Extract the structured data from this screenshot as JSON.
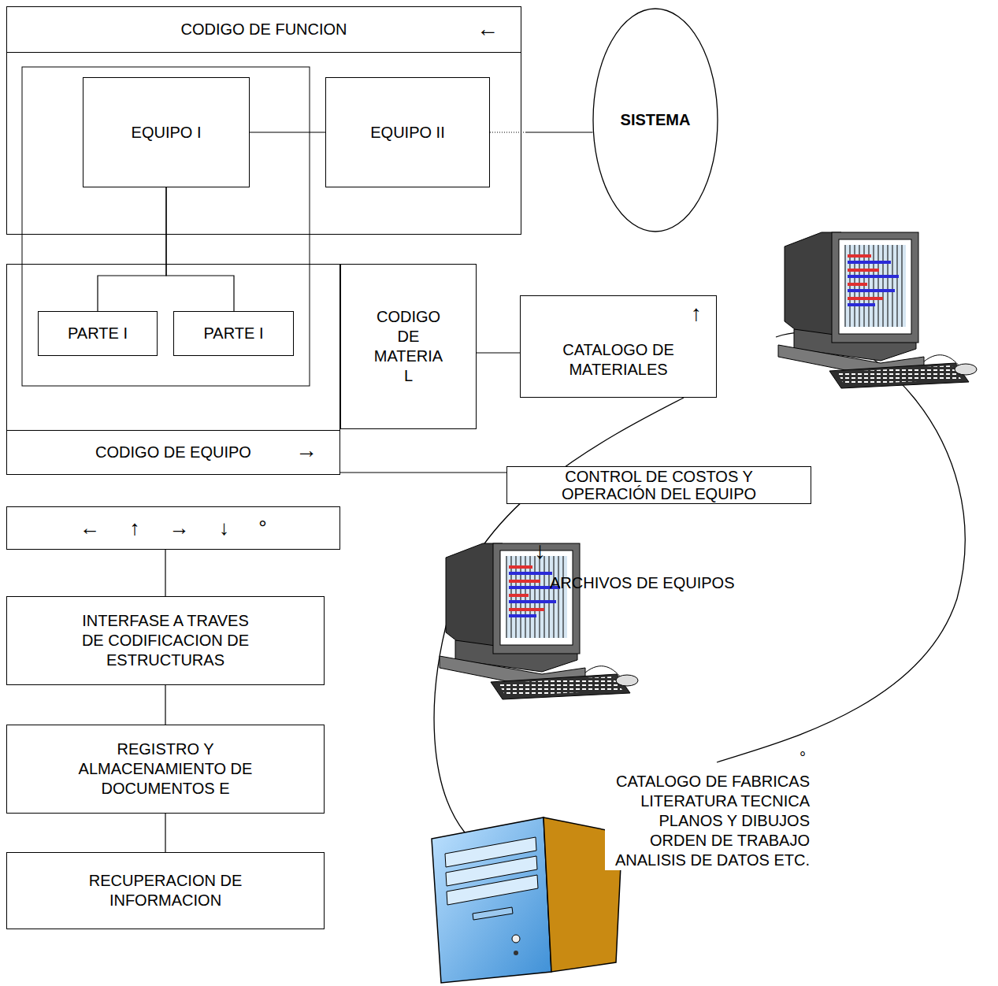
{
  "diagram": {
    "nodes": [
      {
        "text": [
          "CODIGO DE FUNCION",
          "←"
        ]
      },
      {
        "text": [
          "EQUIPO I"
        ],
        "in": 0
      },
      {
        "text": [
          "EQUIPO II"
        ],
        "in": 0
      },
      {
        "text": [
          "SISTEMA"
        ]
      },
      {
        "text": [
          "CODIGO DE EQUIPO",
          "→"
        ]
      },
      {
        "text": [
          "PARTE I"
        ],
        "in": 4
      },
      {
        "text": [
          "PARTE I"
        ],
        "in": 4
      },
      {
        "text": [
          "CODIGO DE MATERIA L"
        ]
      },
      {
        "text": [
          "↑",
          "CATALOGO DE MATERIALES"
        ]
      },
      {
        "text": [
          "CONTROL DE COSTOS Y OPERACIÓN DEL EQUIPO"
        ]
      },
      {
        "text": [
          "← ↑ → ↓ °"
        ]
      },
      {
        "text": [
          "INTERFASE A TRAVES DE CODIFICACION DE ESTRUCTURAS"
        ]
      },
      {
        "text": [
          "REGISTRO Y ALMACENAMIENTO DE DOCUMENTOS E"
        ]
      },
      {
        "text": [
          "RECUPERACION DE INFORMACION"
        ]
      }
    ],
    "edges": [
      {
        "from": 1,
        "to": 2,
        "arrow": "none"
      },
      {
        "from": 2,
        "to": 3,
        "arrow": "none"
      },
      {
        "from": 1,
        "to": 5,
        "arrow": "none"
      },
      {
        "from": 1,
        "to": 6,
        "arrow": "none"
      },
      {
        "from": 7,
        "to": 8,
        "arrow": "none"
      },
      {
        "from": 4,
        "to": 9,
        "arrow": "none"
      },
      {
        "from": 10,
        "to": 11,
        "arrow": "none"
      },
      {
        "from": 11,
        "to": 12,
        "arrow": "none"
      },
      {
        "from": 12,
        "to": 13,
        "arrow": "none"
      }
    ],
    "labels": [
      "↓",
      "ARCHIVOS DE EQUIPOS",
      "°",
      "CATALOGO DE FABRICAS LITERATURA TECNICA PLANOS Y DIBUJOS ORDEN DE TRABAJO ANALISIS DE DATOS ETC."
    ]
  }
}
